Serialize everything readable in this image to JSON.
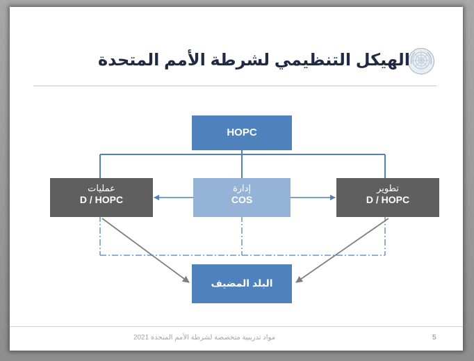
{
  "slide": {
    "title": "الهيكل التنظيمي لشرطة الأمم المتحدة",
    "footer_text": "مواد تدريبية متخصصة لشرطة الأمم المتحدة 2021",
    "page_number": "5"
  },
  "diagram": {
    "hopc": {
      "line1": "HOPC"
    },
    "operations": {
      "line1": "عمليات",
      "line2": "D / HOPC"
    },
    "cos": {
      "line1": "إدارة",
      "line2": "COS"
    },
    "development": {
      "line1": "تطوير",
      "line2": "D / HOPC"
    },
    "host_country": {
      "line1": "البلد المضيف"
    }
  },
  "colors": {
    "box_dark_blue": "#4f81bd",
    "box_light_blue": "#95b3d7",
    "box_gray": "#5f5f5f",
    "line_blue": "#4f81bd",
    "arrow_gray": "#7f7f7f"
  },
  "icons": {
    "logo": "un-emblem-icon"
  }
}
